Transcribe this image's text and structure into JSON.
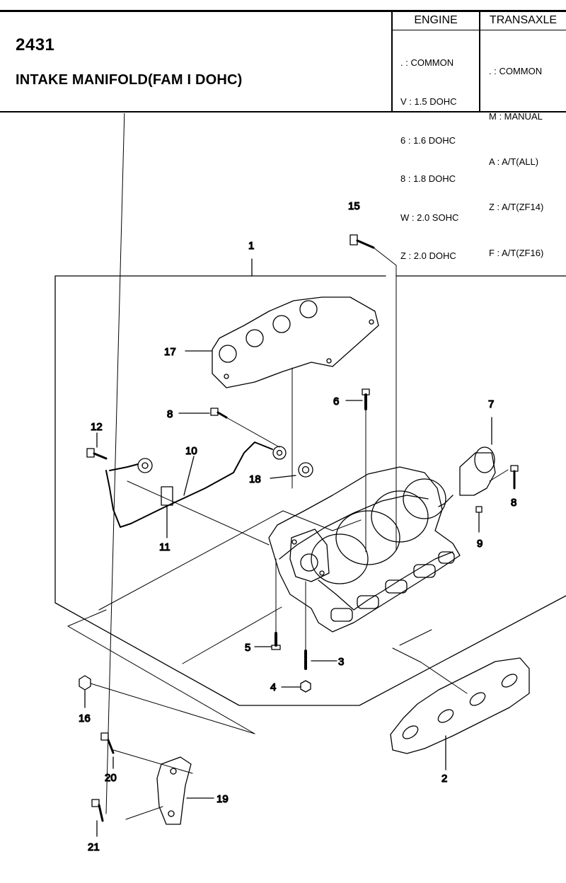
{
  "header": {
    "code": "2431",
    "title": "INTAKE MANIFOLD(FAM I DOHC)"
  },
  "engine_table": {
    "heading": "ENGINE",
    "rows": [
      ". : COMMON",
      "V : 1.5 DOHC",
      "6 : 1.6 DOHC",
      "8 : 1.8 DOHC",
      "W : 2.0 SOHC",
      "Z : 2.0 DOHC"
    ]
  },
  "transaxle_table": {
    "heading": "TRANSAXLE",
    "rows": [
      ". : COMMON",
      "M : MANUAL",
      "A : A/T(ALL)",
      "Z : A/T(ZF14)",
      "F : A/T(ZF16)"
    ]
  },
  "callouts": [
    "1",
    "2",
    "3",
    "4",
    "5",
    "6",
    "7",
    "8",
    "8",
    "9",
    "10",
    "11",
    "12",
    "15",
    "16",
    "17",
    "18",
    "19",
    "20",
    "21"
  ]
}
